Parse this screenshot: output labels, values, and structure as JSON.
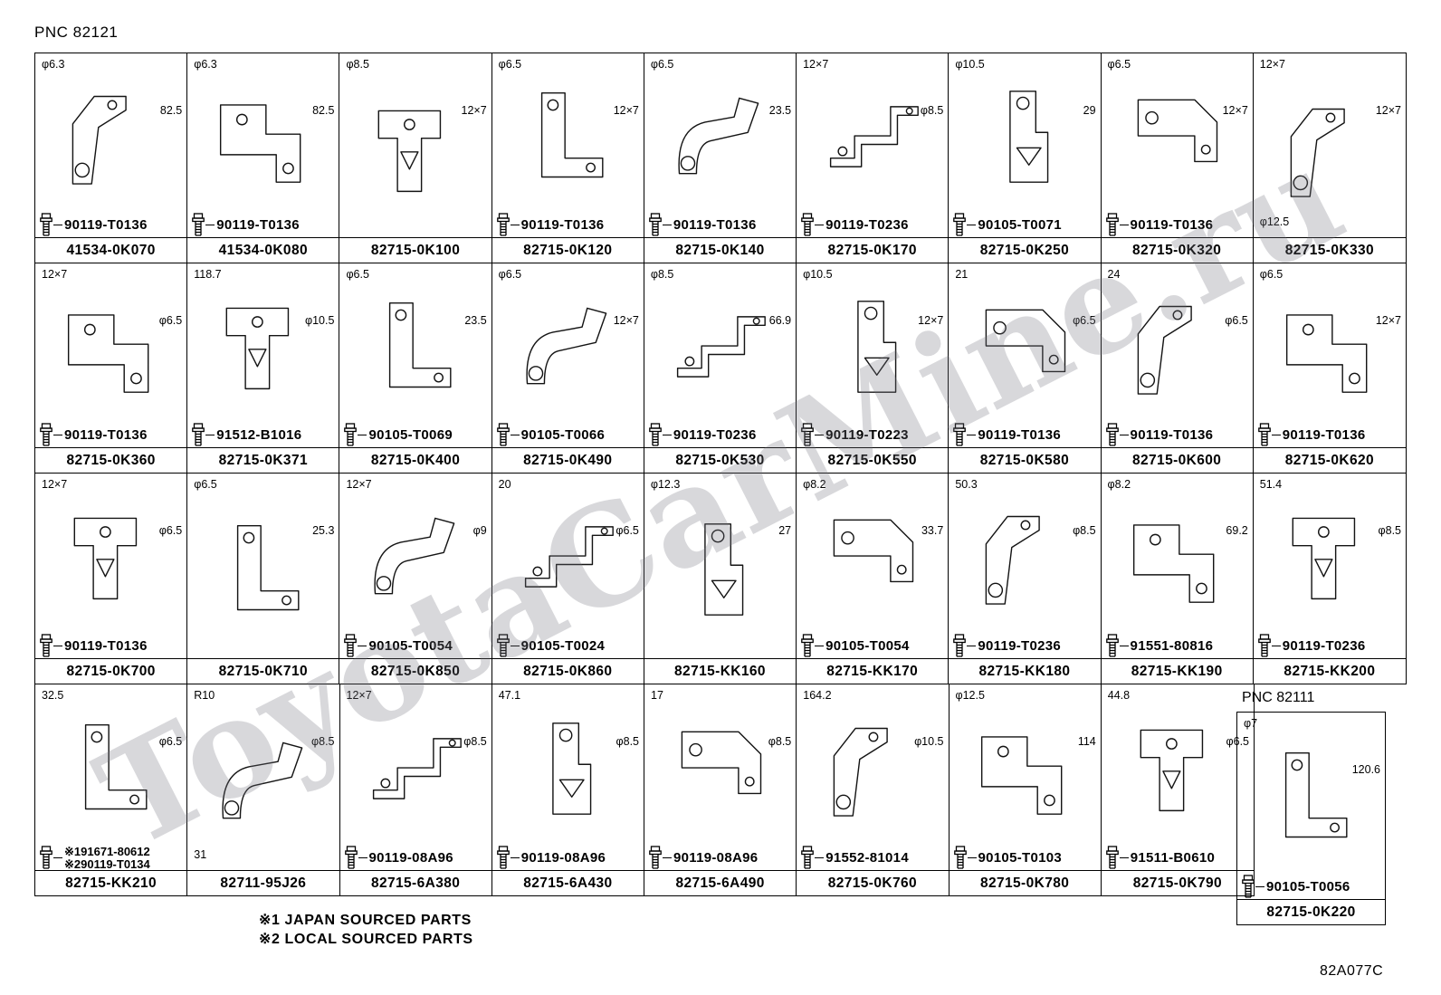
{
  "page": {
    "title": "PNC 82121",
    "watermark": "ToyotaCarMine.ru",
    "notes": [
      "※1 JAPAN SOURCED PARTS",
      "※2 LOCAL SOURCED PARTS"
    ],
    "doc_code": "82A077C"
  },
  "grid": {
    "rows": [
      {
        "cells": [
          {
            "part": "41534-0K070",
            "fasteners": [
              "90119-T0136"
            ],
            "annotations": [
              "φ6.3",
              "82.5"
            ]
          },
          {
            "part": "41534-0K080",
            "fasteners": [
              "90119-T0136"
            ],
            "annotations": [
              "φ6.3",
              "82.5"
            ]
          },
          {
            "part": "82715-0K100",
            "fasteners": [],
            "annotations": [
              "φ8.5",
              "12×7"
            ]
          },
          {
            "part": "82715-0K120",
            "fasteners": [
              "90119-T0136"
            ],
            "annotations": [
              "φ6.5",
              "12×7"
            ]
          },
          {
            "part": "82715-0K140",
            "fasteners": [
              "90119-T0136"
            ],
            "annotations": [
              "φ6.5",
              "23.5"
            ]
          },
          {
            "part": "82715-0K170",
            "fasteners": [
              "90119-T0236"
            ],
            "annotations": [
              "12×7",
              "φ8.5"
            ]
          },
          {
            "part": "82715-0K250",
            "fasteners": [
              "90105-T0071"
            ],
            "annotations": [
              "φ10.5",
              "29"
            ]
          },
          {
            "part": "82715-0K320",
            "fasteners": [
              "90119-T0136"
            ],
            "annotations": [
              "φ6.5",
              "12×7"
            ]
          },
          {
            "part": "82715-0K330",
            "fasteners": [],
            "annotations": [
              "12×7",
              "12×7",
              "φ12.5"
            ]
          }
        ]
      },
      {
        "cells": [
          {
            "part": "82715-0K360",
            "fasteners": [
              "90119-T0136"
            ],
            "annotations": [
              "12×7",
              "φ6.5"
            ]
          },
          {
            "part": "82715-0K371",
            "fasteners": [
              "91512-B1016"
            ],
            "annotations": [
              "118.7",
              "φ10.5"
            ]
          },
          {
            "part": "82715-0K400",
            "fasteners": [
              "90105-T0069"
            ],
            "annotations": [
              "φ6.5",
              "23.5"
            ]
          },
          {
            "part": "82715-0K490",
            "fasteners": [
              "90105-T0066"
            ],
            "annotations": [
              "φ6.5",
              "12×7"
            ]
          },
          {
            "part": "82715-0K530",
            "fasteners": [
              "90119-T0236"
            ],
            "annotations": [
              "φ8.5",
              "66.9"
            ]
          },
          {
            "part": "82715-0K550",
            "fasteners": [
              "90119-T0223"
            ],
            "annotations": [
              "φ10.5",
              "12×7"
            ]
          },
          {
            "part": "82715-0K580",
            "fasteners": [
              "90119-T0136"
            ],
            "annotations": [
              "21",
              "φ6.5"
            ]
          },
          {
            "part": "82715-0K600",
            "fasteners": [
              "90119-T0136"
            ],
            "annotations": [
              "24",
              "φ6.5"
            ]
          },
          {
            "part": "82715-0K620",
            "fasteners": [
              "90119-T0136"
            ],
            "annotations": [
              "φ6.5",
              "12×7"
            ]
          }
        ]
      },
      {
        "cells": [
          {
            "part": "82715-0K700",
            "fasteners": [
              "90119-T0136"
            ],
            "annotations": [
              "12×7",
              "φ6.5"
            ]
          },
          {
            "part": "82715-0K710",
            "fasteners": [],
            "annotations": [
              "φ6.5",
              "25.3"
            ]
          },
          {
            "part": "82715-0K850",
            "fasteners": [
              "90105-T0054"
            ],
            "annotations": [
              "12×7",
              "φ9"
            ]
          },
          {
            "part": "82715-0K860",
            "fasteners": [
              "90105-T0024"
            ],
            "annotations": [
              "20",
              "φ6.5"
            ]
          },
          {
            "part": "82715-KK160",
            "fasteners": [],
            "annotations": [
              "φ12.3",
              "27"
            ]
          },
          {
            "part": "82715-KK170",
            "fasteners": [
              "90105-T0054"
            ],
            "annotations": [
              "φ8.2",
              "33.7"
            ]
          },
          {
            "part": "82715-KK180",
            "fasteners": [
              "90119-T0236"
            ],
            "annotations": [
              "50.3",
              "φ8.5"
            ]
          },
          {
            "part": "82715-KK190",
            "fasteners": [
              "91551-80816"
            ],
            "annotations": [
              "φ8.2",
              "69.2"
            ]
          },
          {
            "part": "82715-KK200",
            "fasteners": [
              "90119-T0236"
            ],
            "annotations": [
              "51.4",
              "φ8.5"
            ]
          }
        ]
      },
      {
        "cells": [
          {
            "part": "82715-KK210",
            "fasteners": [
              "※191671-80612",
              "※290119-T0134"
            ],
            "annotations": [
              "32.5",
              "φ6.5"
            ]
          },
          {
            "part": "82711-95J26",
            "fasteners": [],
            "annotations": [
              "R10",
              "φ8.5",
              "31"
            ]
          },
          {
            "part": "82715-6A380",
            "fasteners": [
              "90119-08A96"
            ],
            "annotations": [
              "12×7",
              "φ8.5"
            ]
          },
          {
            "part": "82715-6A430",
            "fasteners": [
              "90119-08A96"
            ],
            "annotations": [
              "47.1",
              "φ8.5"
            ]
          },
          {
            "part": "82715-6A490",
            "fasteners": [
              "90119-08A96"
            ],
            "annotations": [
              "17",
              "φ8.5"
            ]
          },
          {
            "part": "82715-0K760",
            "fasteners": [
              "91552-81014"
            ],
            "annotations": [
              "164.2",
              "φ10.5"
            ]
          },
          {
            "part": "82715-0K780",
            "fasteners": [
              "90105-T0103"
            ],
            "annotations": [
              "φ12.5",
              "114"
            ]
          },
          {
            "part": "82715-0K790",
            "fasteners": [
              "91511-B0610"
            ],
            "annotations": [
              "44.8",
              "φ6.5"
            ]
          }
        ]
      }
    ]
  },
  "side_box": {
    "title": "PNC 82111",
    "part": "82715-0K220",
    "fasteners": [
      "90105-T0056"
    ],
    "annotations": [
      "φ7",
      "120.6"
    ]
  }
}
